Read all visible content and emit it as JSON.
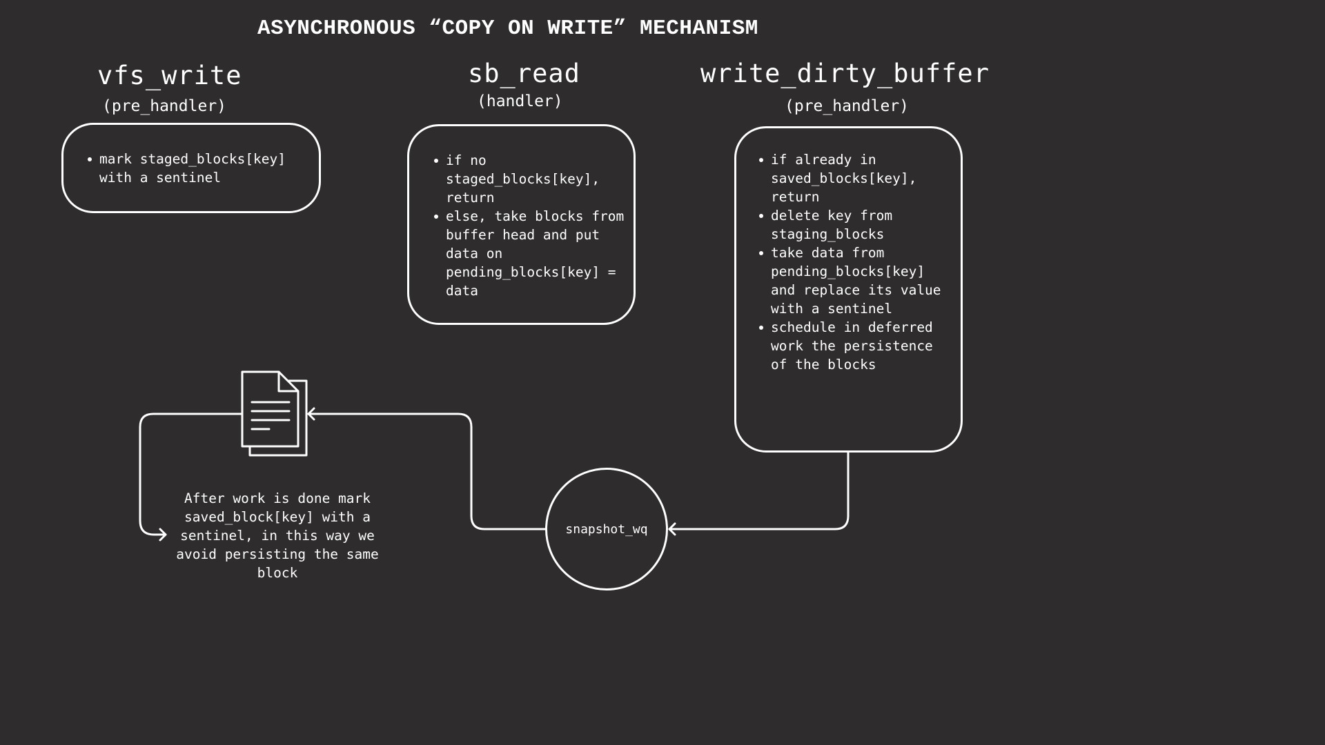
{
  "title": "ASYNCHRONOUS “COPY ON WRITE” MECHANISM",
  "columns": [
    {
      "name": "vfs_write",
      "sub": "(pre_handler)",
      "items": [
        "mark staged_blocks[key]\nwith a sentinel"
      ]
    },
    {
      "name": "sb_read",
      "sub": "(handler)",
      "items": [
        "if no\nstaged_blocks[key],\nreturn",
        "else, take blocks from\nbuffer head and put\ndata on\npending_blocks[key] =\ndata"
      ]
    },
    {
      "name": "write_dirty_buffer",
      "sub": "(pre_handler)",
      "items": [
        "if already in\nsaved_blocks[key],\nreturn",
        "delete key from\nstaging_blocks",
        "take data from\npending_blocks[key]\nand replace its value\nwith a sentinel",
        "schedule in deferred\nwork the persistence\nof the blocks"
      ]
    }
  ],
  "queue": {
    "label": "snapshot_wq"
  },
  "note": "After work is done mark saved_block[key] with a sentinel, in this way we avoid persisting the same block"
}
